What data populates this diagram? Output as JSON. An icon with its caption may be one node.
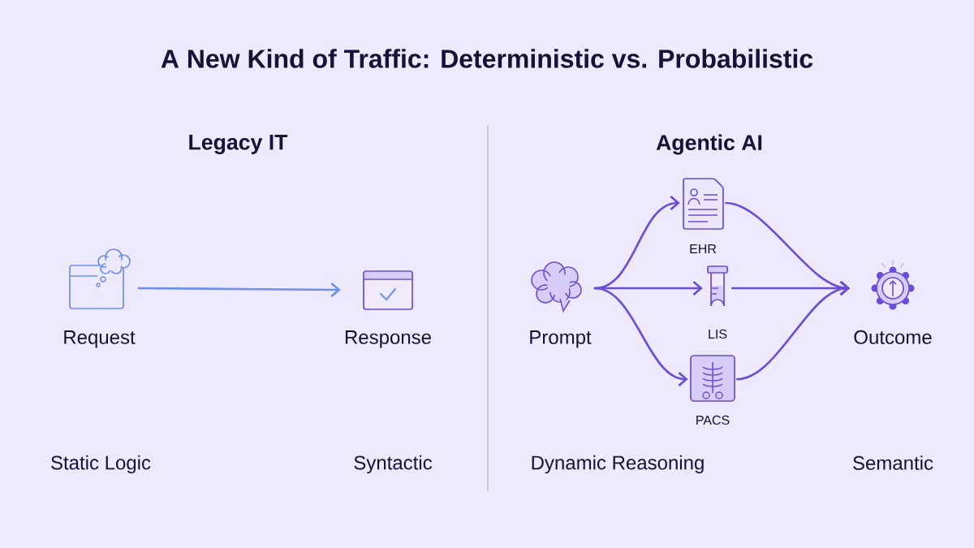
{
  "diagram": {
    "title": "A New Kind of Traffic: Deterministic vs. Probabilistic",
    "nodes": [
      {
        "text": [
          "Request"
        ]
      },
      {
        "text": [
          "Response"
        ]
      },
      {
        "text": [
          "Prompt"
        ]
      },
      {
        "text": [
          "EHR"
        ]
      },
      {
        "text": [
          "LIS"
        ]
      },
      {
        "text": [
          "PACS"
        ]
      },
      {
        "text": [
          "Outcome"
        ]
      }
    ],
    "edges": [
      {
        "from": 0,
        "to": 1,
        "arrow": "to",
        "color": "#6f8ff0"
      },
      {
        "from": 2,
        "to": 3,
        "arrow": "to"
      },
      {
        "from": 2,
        "to": 4,
        "arrow": "to"
      },
      {
        "from": 2,
        "to": 5,
        "arrow": "to"
      },
      {
        "from": 3,
        "to": 6,
        "arrow": "to"
      },
      {
        "from": 4,
        "to": 6,
        "arrow": "to"
      },
      {
        "from": 5,
        "to": 6,
        "arrow": "to"
      }
    ],
    "labels": [
      "Legacy IT",
      "Agentic AI",
      "Static Logic",
      "Syntactic",
      "Dynamic Reasoning",
      "Semantic"
    ]
  }
}
